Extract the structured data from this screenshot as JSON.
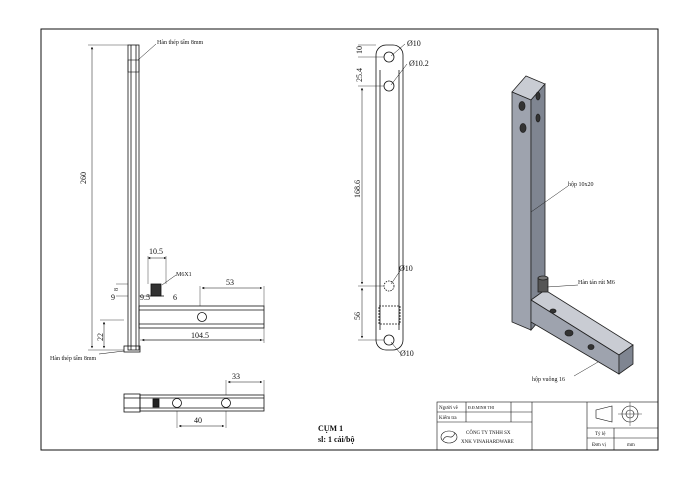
{
  "front_view": {
    "note_top": "Hàn thép tấm 8mm",
    "note_bottom": "Hàn thép tấm 8mm",
    "dim_height": "260",
    "dim_10_5": "10.5",
    "dim_m6": "M6X1",
    "dim_53": "53",
    "dim_8": "8",
    "dim_9": "9",
    "dim_9_5": "9.5",
    "dim_6": "6",
    "dim_22": "22",
    "dim_104_5": "104.5"
  },
  "top_view": {
    "dim_33": "33",
    "dim_40": "40"
  },
  "side_view": {
    "hole_top": "Ø10",
    "hole_second": "Ø10.2",
    "hole_lower": "Ø10",
    "hole_bottom": "Ø10",
    "dim_10": "10",
    "dim_25_4": "25.4",
    "dim_168_6": "168.6",
    "dim_56": "56"
  },
  "iso_view": {
    "label_box_10x20": "hộp 10x20",
    "label_weld_nut": "Hàn tán rút M6",
    "label_square_16": "hộp vuông 16"
  },
  "assembly": {
    "name": "CỤM 1",
    "qty": "sl: 1 cái/bộ"
  },
  "title_block": {
    "drawn_by_label": "Người vẽ",
    "drawn_by_value": "Đ.Đ.MINH THI",
    "checked_label": "Kiểm tra",
    "company_line1": "CÔNG TY TNHH SX",
    "company_line2": "XNK VINAHARDWARE",
    "scale_label": "Tỷ lệ",
    "unit_label": "Đơn vị",
    "unit_value": "mm"
  }
}
